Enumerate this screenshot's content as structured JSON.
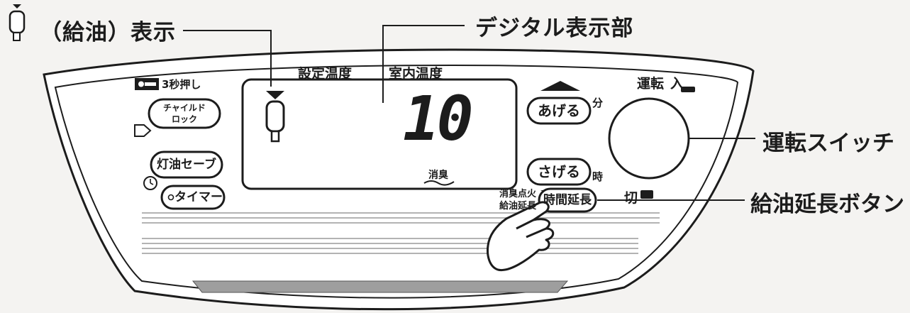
{
  "callouts": {
    "kyuyu_indicator": "（給油）表示",
    "digital_display": "デジタル表示部",
    "power_switch": "運転スイッチ",
    "extend_button": "給油延長ボタン"
  },
  "panel": {
    "lock_hint": "3秒押し",
    "child_lock": [
      "チャイルド",
      "ロック"
    ],
    "eco_save": "灯油セーブ",
    "timer": "タイマー",
    "header_set_temp": "設定温度",
    "header_room_temp": "室内温度",
    "display_value": "10",
    "deodorize": "消臭",
    "up_button": "あげる",
    "down_button": "さげる",
    "unit_minute": "分",
    "unit_hour": "時",
    "power_label": "運転",
    "on_label": "入",
    "off_label": "切",
    "extend_caption_1": "消臭点火",
    "extend_caption_2": "給油延長",
    "extend_button": "時間延長"
  }
}
